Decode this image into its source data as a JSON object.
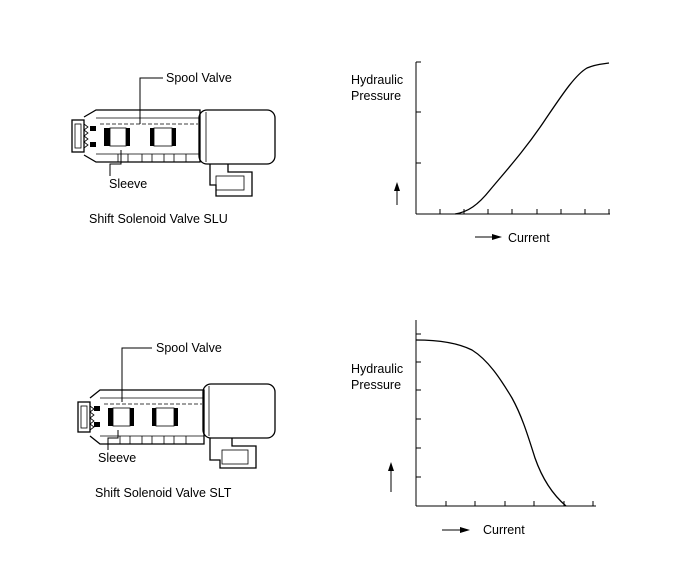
{
  "top": {
    "valve": {
      "spool_label": "Spool Valve",
      "sleeve_label": "Sleeve",
      "caption": "Shift Solenoid Valve SLU"
    },
    "graph": {
      "y_label_line1": "Hydraulic",
      "y_label_line2": "Pressure",
      "x_label": "Current",
      "curve_shape": "rising"
    }
  },
  "bottom": {
    "valve": {
      "spool_label": "Spool Valve",
      "sleeve_label": "Sleeve",
      "caption": "Shift Solenoid Valve SLT"
    },
    "graph": {
      "y_label_line1": "Hydraulic",
      "y_label_line2": "Pressure",
      "x_label": "Current",
      "curve_shape": "falling"
    }
  }
}
